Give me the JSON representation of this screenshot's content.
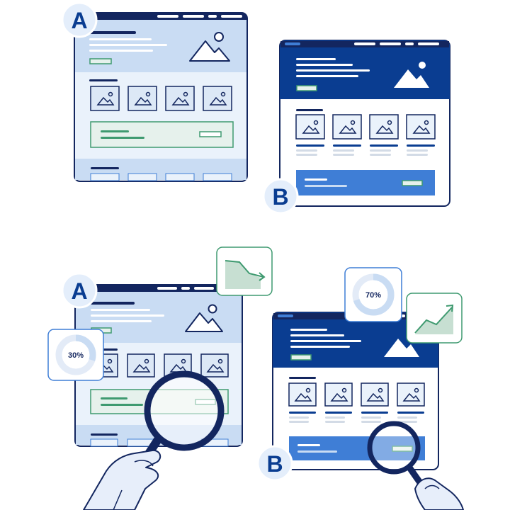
{
  "top_comparison": {
    "version_a": {
      "label": "A"
    },
    "version_b": {
      "label": "B"
    }
  },
  "bottom_comparison": {
    "version_a": {
      "label": "A",
      "donut": {
        "text": "30%",
        "fraction": 0.3
      }
    },
    "version_b": {
      "label": "B",
      "donut": {
        "text": "70%",
        "fraction": 0.7
      }
    }
  },
  "colors": {
    "navy": "#13265f",
    "primary": "#0a3d91",
    "light_blue": "#c9dcf3",
    "pale_blue": "#eaf2fb",
    "mid_blue": "#3f7ed6",
    "green": "#3f9a70",
    "pale_green": "#e6f1ec",
    "badge_bg": "#e4eefb",
    "line_gray": "#d3dbe6"
  },
  "icons": [
    "letter-a-badge",
    "letter-b-badge",
    "image-placeholder-icon",
    "mountain-sun-icon",
    "magnifying-glass-icon",
    "hand-icon",
    "down-trend-chart-icon",
    "up-trend-chart-icon",
    "donut-progress-icon"
  ]
}
